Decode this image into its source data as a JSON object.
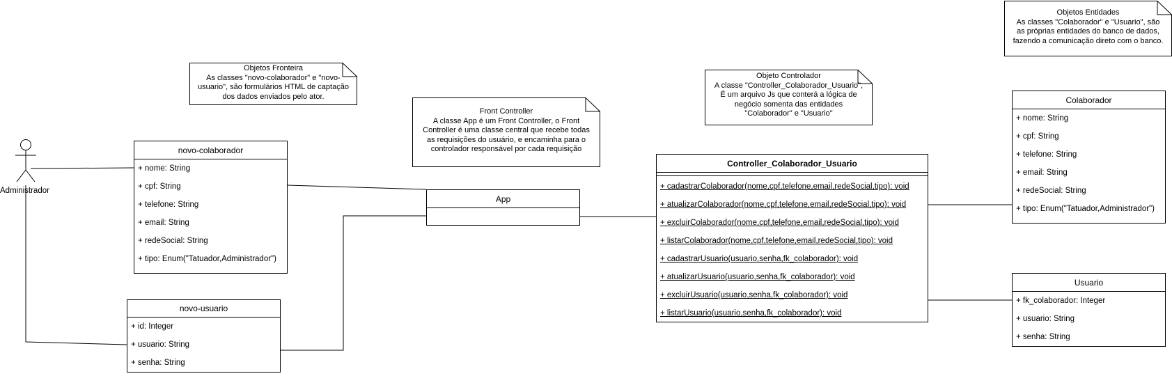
{
  "actor": {
    "label": "Administrador"
  },
  "notes": {
    "fronteira": {
      "title": "Objetos Fronteira",
      "lines": [
        "As classes \"novo-colaborador\" e \"novo-",
        "usuario\", são formulários HTML de captação",
        "dos dados enviados pelo ator."
      ]
    },
    "front_controller": {
      "title": "Front Controller",
      "lines": [
        "A classe App é um Front Controller, o Front",
        "Controller é uma classe central que recebe todas",
        "as requisições do usuário, e encaminha para o",
        "controlador responsável por cada requisição"
      ]
    },
    "controlador": {
      "title": "Objeto Controlador",
      "lines": [
        "A classe \"Controller_Colaborador_Usuario\",",
        "É um arquivo Js que conterá a lógica de",
        "negócio somenta das entidades",
        "\"Colaborador\" e \"Usuario\""
      ]
    },
    "entidades": {
      "title": "Objetos Entidades",
      "lines": [
        "As classes \"Colaborador\" e \"Usuario\", são",
        "as próprias entidades do banco de dados,",
        "fazendo a comunicação direto com o banco."
      ]
    }
  },
  "classes": {
    "novo_colaborador": {
      "name": "novo-colaborador",
      "attributes": [
        "+ nome: String",
        "+ cpf: String",
        "+ telefone: String",
        "+ email: String",
        "+ redeSocial: String",
        "+ tipo: Enum(\"Tatuador,Administrador\")"
      ]
    },
    "novo_usuario": {
      "name": "novo-usuario",
      "attributes": [
        "+ id: Integer",
        "+ usuario: String",
        "+ senha: String"
      ]
    },
    "app": {
      "name": "App"
    },
    "controller": {
      "name": "Controller_Colaborador_Usuario",
      "methods": [
        "+ cadastrarColaborador(nome,cpf,telefone,email,redeSocial,tipo): void",
        "+ atualizarColaborador(nome,cpf,telefone,email,redeSocial,tipo): void",
        "+ excluirColaborador(nome,cpf,telefone,email,redeSocial,tipo): void",
        "+ listarColaborador(nome,cpf,telefone,email,redeSocial,tipo): void",
        "+ cadastrarUsuario(usuario,senha,fk_colaborador): void",
        "+ atualizarUsuario(usuario,senha,fk_colaborador): void",
        "+ excluirUsuario(usuario,senha,fk_colaborador): void",
        "+ listarUsuario(usuario,senha,fk_colaborador): void"
      ]
    },
    "colaborador": {
      "name": "Colaborador",
      "attributes": [
        "+ nome: String",
        "+ cpf: String",
        "+ telefone: String",
        "+ email: String",
        "+ redeSocial: String",
        "+ tipo: Enum(\"Tatuador,Administrador\")"
      ]
    },
    "usuario": {
      "name": "Usuario",
      "attributes": [
        "+ fk_colaborador: Integer",
        "+ usuario: String",
        "+ senha: String"
      ]
    }
  }
}
